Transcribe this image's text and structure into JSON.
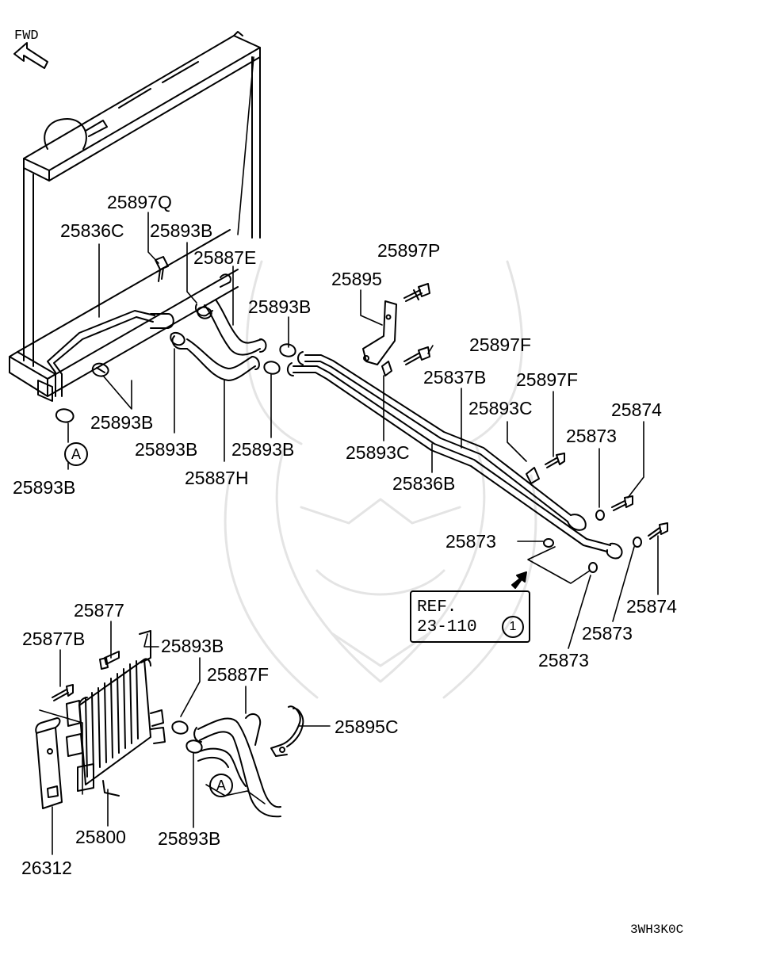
{
  "direction_label": "FWD",
  "diagram_code": "3WH3K0C",
  "ref": {
    "line1": "REF.",
    "line2": "23-110",
    "circle": "1"
  },
  "callouts": {
    "a_top": "A",
    "a_bottom": "A"
  },
  "parts": [
    {
      "id": "p1",
      "label": "25897Q"
    },
    {
      "id": "p2",
      "label": "25836C"
    },
    {
      "id": "p3",
      "label": "25893B"
    },
    {
      "id": "p4",
      "label": "25887E"
    },
    {
      "id": "p5",
      "label": "25897P"
    },
    {
      "id": "p6",
      "label": "25895"
    },
    {
      "id": "p7",
      "label": "25893B"
    },
    {
      "id": "p8",
      "label": "25897F"
    },
    {
      "id": "p9",
      "label": "25837B"
    },
    {
      "id": "p10",
      "label": "25897F"
    },
    {
      "id": "p11",
      "label": "25893C"
    },
    {
      "id": "p12",
      "label": "25874"
    },
    {
      "id": "p13",
      "label": "25873"
    },
    {
      "id": "p14",
      "label": "25893B"
    },
    {
      "id": "p15",
      "label": "25893B"
    },
    {
      "id": "p16",
      "label": "25893B"
    },
    {
      "id": "p17",
      "label": "25893C"
    },
    {
      "id": "p18",
      "label": "25836B"
    },
    {
      "id": "p19",
      "label": "25887H"
    },
    {
      "id": "p20",
      "label": "25893B"
    },
    {
      "id": "p21",
      "label": "25873"
    },
    {
      "id": "p22",
      "label": "25874"
    },
    {
      "id": "p23",
      "label": "25873"
    },
    {
      "id": "p24",
      "label": "25873"
    },
    {
      "id": "p25",
      "label": "25877"
    },
    {
      "id": "p26",
      "label": "25877B"
    },
    {
      "id": "p27",
      "label": "25893B"
    },
    {
      "id": "p28",
      "label": "25887F"
    },
    {
      "id": "p29",
      "label": "25895C"
    },
    {
      "id": "p30",
      "label": "25800"
    },
    {
      "id": "p31",
      "label": "25893B"
    },
    {
      "id": "p32",
      "label": "26312"
    }
  ]
}
